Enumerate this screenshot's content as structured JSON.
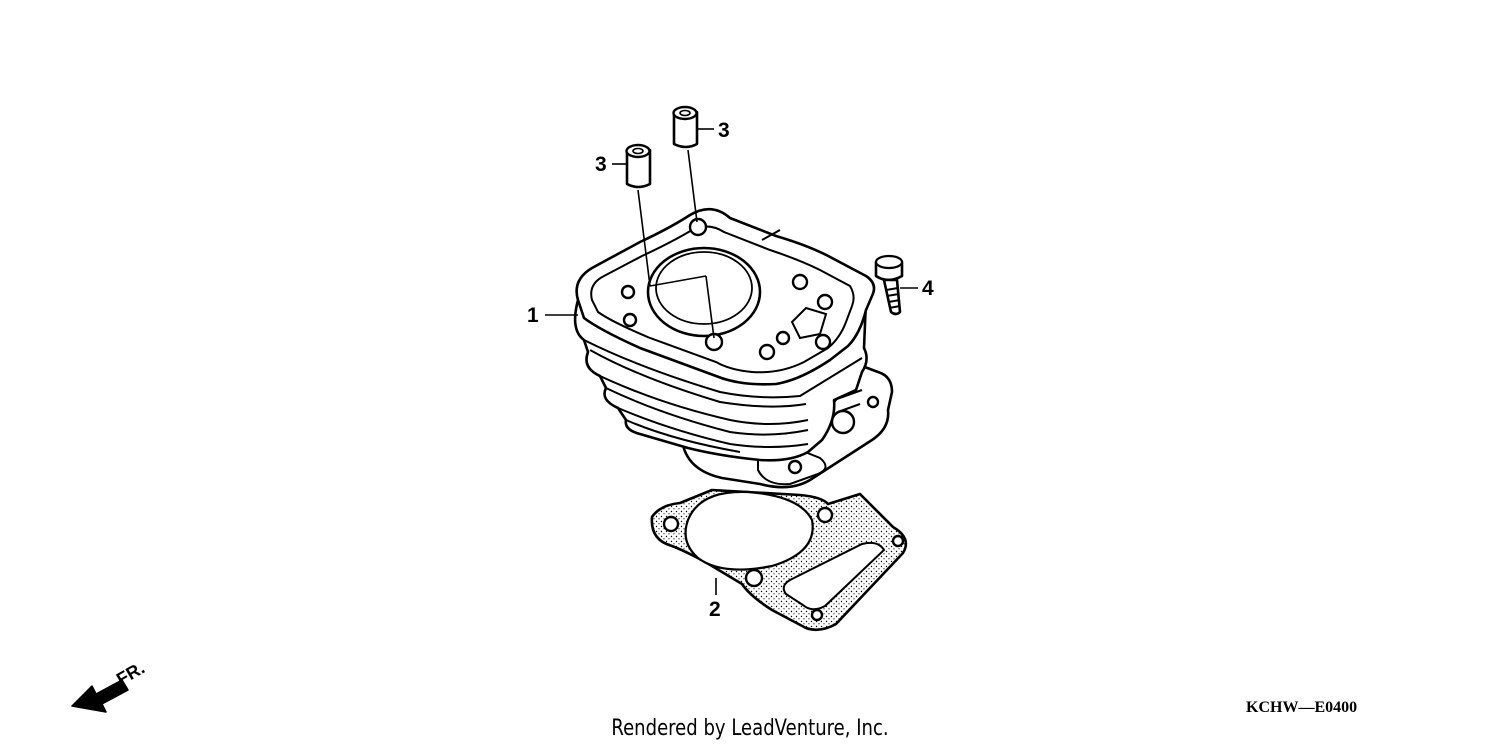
{
  "diagram": {
    "callouts": [
      {
        "id": "cylinder",
        "label": "1"
      },
      {
        "id": "gasket",
        "label": "2"
      },
      {
        "id": "dowel-left",
        "label": "3"
      },
      {
        "id": "dowel-right",
        "label": "3"
      },
      {
        "id": "bolt",
        "label": "4"
      }
    ],
    "direction_marker": "FR.",
    "diagram_code": "KCHW—E0400",
    "credit": "Rendered by LeadVenture, Inc."
  },
  "colors": {
    "line": "#000000",
    "background": "#ffffff"
  }
}
